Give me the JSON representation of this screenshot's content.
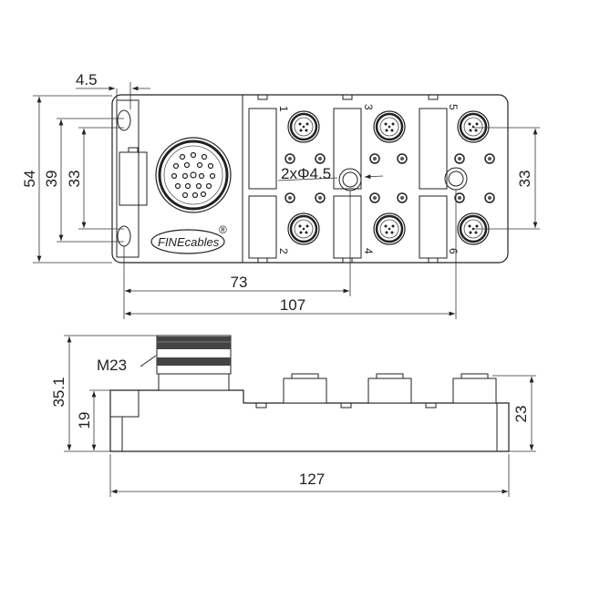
{
  "title": "M23 distribution box dimension drawing",
  "top_view": {
    "dims": {
      "hole_width": "4.5",
      "height_total": "54",
      "height_holes": "39",
      "height_inner": "33",
      "height_ports": "33",
      "mount_hole": "2xΦ4.5",
      "dist_73": "73",
      "dist_107": "107"
    },
    "ports": [
      "1",
      "2",
      "3",
      "4",
      "5",
      "6"
    ],
    "logo": "FINEcables",
    "registered": "®"
  },
  "side_view": {
    "connector_label": "M23",
    "dims": {
      "height_total": "35.1",
      "height_base": "19",
      "height_ports": "23",
      "length": "127"
    }
  }
}
